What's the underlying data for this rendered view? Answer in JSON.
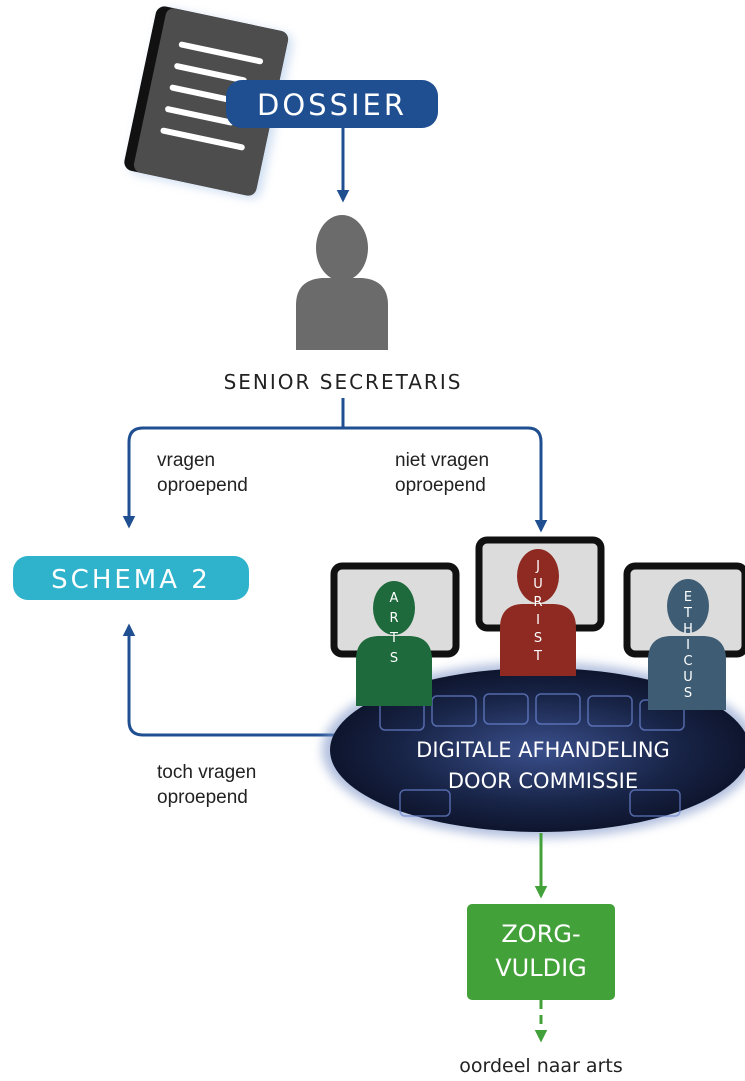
{
  "dossier": {
    "label": "DOSSIER"
  },
  "secretaris": {
    "label": "SENIOR SECRETARIS"
  },
  "branch_left": {
    "line1": "vragen",
    "line2": "oproepend"
  },
  "branch_right": {
    "line1": "niet vragen",
    "line2": "oproepend"
  },
  "schema": {
    "label": "SCHEMA 2"
  },
  "members": [
    {
      "letters": [
        "A",
        "R",
        "T",
        "S"
      ],
      "color": "#1e6a3c"
    },
    {
      "letters": [
        "J",
        "U",
        "R",
        "I",
        "S",
        "T"
      ],
      "color": "#8e2a22"
    },
    {
      "letters": [
        "E",
        "T",
        "H",
        "I",
        "C",
        "U",
        "S"
      ],
      "color": "#3e5d74"
    }
  ],
  "commission": {
    "line1": "DIGITALE AFHANDELING",
    "line2": "DOOR COMMISSIE"
  },
  "return_branch": {
    "line1": "toch vragen",
    "line2": "oproepend"
  },
  "result": {
    "line1": "ZORG-",
    "line2": "VULDIG"
  },
  "final": {
    "label": "oordeel naar arts"
  },
  "colors": {
    "navy": "#1f4f91",
    "teal": "#2fb3cc",
    "green": "#43a13a",
    "person": "#6b6b6b"
  }
}
